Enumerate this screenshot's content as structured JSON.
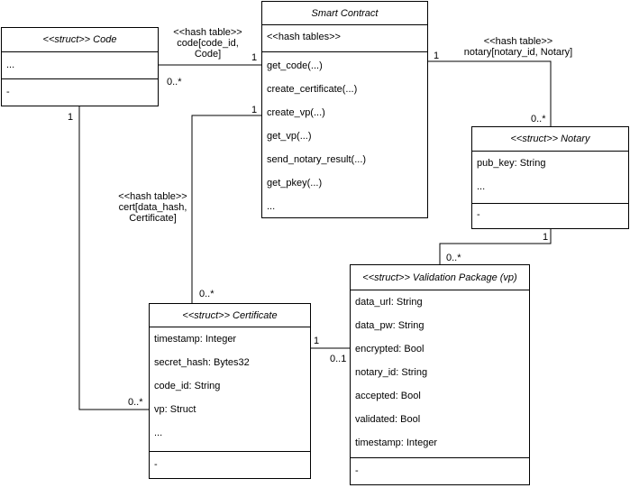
{
  "code": {
    "title": "<<struct>> Code",
    "attributes": [
      "..."
    ],
    "methods": [
      "-"
    ]
  },
  "smart_contract": {
    "title": "Smart Contract",
    "attributes": [
      "<<hash tables>>"
    ],
    "methods": [
      "get_code(...)",
      "create_certificate(...)",
      "create_vp(...)",
      "get_vp(...)",
      "send_notary_result(...)",
      "get_pkey(...)",
      "..."
    ]
  },
  "notary": {
    "title": "<<struct>> Notary",
    "attributes": [
      "pub_key: String",
      "..."
    ],
    "methods": [
      "-"
    ]
  },
  "certificate": {
    "title": "<<struct>> Certificate",
    "attributes": [
      "timestamp: Integer",
      "secret_hash: Bytes32",
      "code_id: String",
      "vp: Struct",
      "..."
    ],
    "methods": [
      "-"
    ]
  },
  "validation_package": {
    "title": "<<struct>> Validation Package (vp)",
    "attributes": [
      "data_url: String",
      "data_pw: String",
      "encrypted: Bool",
      "notary_id: String",
      "accepted: Bool",
      "validated: Bool",
      "timestamp: Integer"
    ],
    "methods": [
      "-"
    ]
  },
  "associations": {
    "code_contract": {
      "label_line1": "<<hash table>>",
      "label_line2": "code[code_id,",
      "label_line3": "Code]",
      "mult_code": "0..*",
      "mult_contract": "1"
    },
    "contract_notary": {
      "label_line1": "<<hash table>>",
      "label_line2": "notary[notary_id, Notary]",
      "mult_contract": "1",
      "mult_notary": "0..*"
    },
    "contract_certificate": {
      "label_line1": "<<hash table>>",
      "label_line2": "cert[data_hash,",
      "label_line3": "Certificate]",
      "mult_contract": "1",
      "mult_certificate": "0..*"
    },
    "code_certificate": {
      "mult_code": "1",
      "mult_certificate": "0..*"
    },
    "notary_vp": {
      "mult_notary": "1",
      "mult_vp": "0..*"
    },
    "certificate_vp": {
      "mult_certificate": "1",
      "mult_vp": "0..1"
    }
  }
}
